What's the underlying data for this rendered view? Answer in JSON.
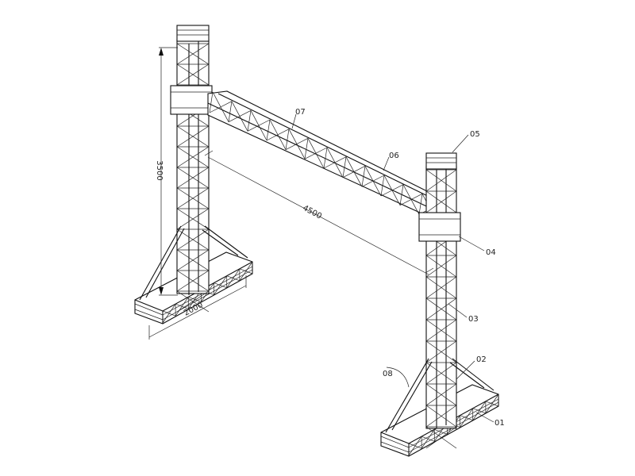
{
  "dimensions": {
    "height": "3500",
    "span": "4500",
    "base_width": "2000"
  },
  "callouts": [
    {
      "id": "01",
      "text": "01"
    },
    {
      "id": "02",
      "text": "02"
    },
    {
      "id": "03",
      "text": "03"
    },
    {
      "id": "04",
      "text": "04"
    },
    {
      "id": "05",
      "text": "05"
    },
    {
      "id": "06",
      "text": "06"
    },
    {
      "id": "07",
      "text": "07"
    },
    {
      "id": "08",
      "text": "08"
    }
  ],
  "colors": {
    "line": "#111111",
    "background": "#ffffff"
  }
}
